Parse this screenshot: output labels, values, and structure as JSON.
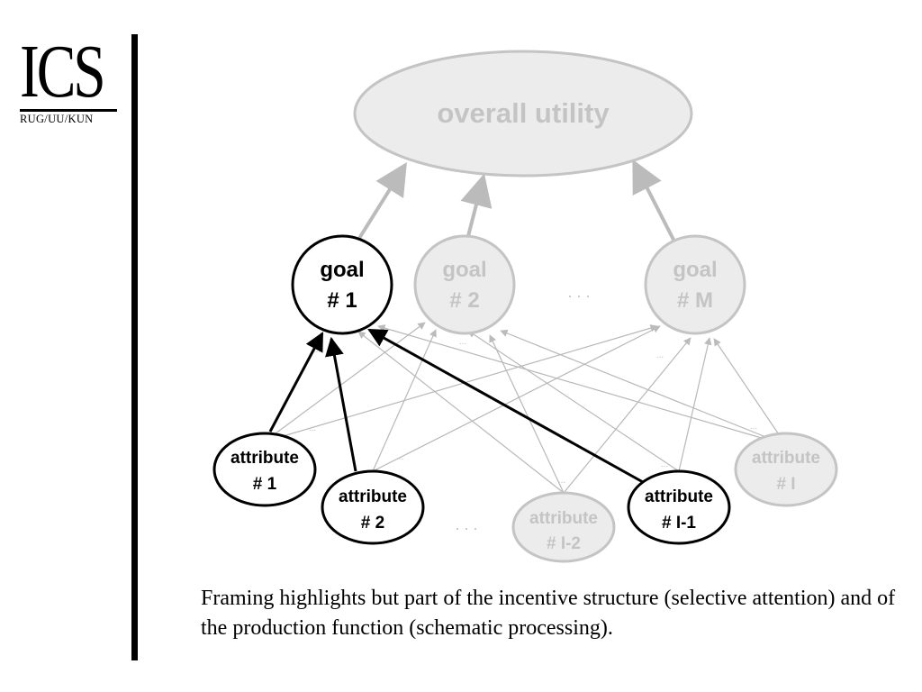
{
  "logo": {
    "letters": "ICS",
    "subtitle": "RUG/UU/KUN"
  },
  "diagram": {
    "utility": "overall utility",
    "goals": [
      {
        "line1": "goal",
        "line2": "# 1",
        "active": true
      },
      {
        "line1": "goal",
        "line2": "# 2",
        "active": false
      },
      {
        "line1": "goal",
        "line2": "# M",
        "active": false
      }
    ],
    "goal_ellipsis": ". . .",
    "attributes": [
      {
        "line1": "attribute",
        "line2": "# 1",
        "active": true
      },
      {
        "line1": "attribute",
        "line2": "# 2",
        "active": true
      },
      {
        "line1": "attribute",
        "line2": "# I-2",
        "active": false
      },
      {
        "line1": "attribute",
        "line2": "# I-1",
        "active": true
      },
      {
        "line1": "attribute",
        "line2": "# I",
        "active": false
      }
    ],
    "attribute_ellipsis": ". . .",
    "edge_ellipsis": "...",
    "colors": {
      "active": "#000000",
      "inactive": "#c4c4c4",
      "inactive_line": "#b8b8b8"
    }
  },
  "caption": "Framing highlights but part of the incentive structure (selective attention) and of the production function (schematic processing)."
}
